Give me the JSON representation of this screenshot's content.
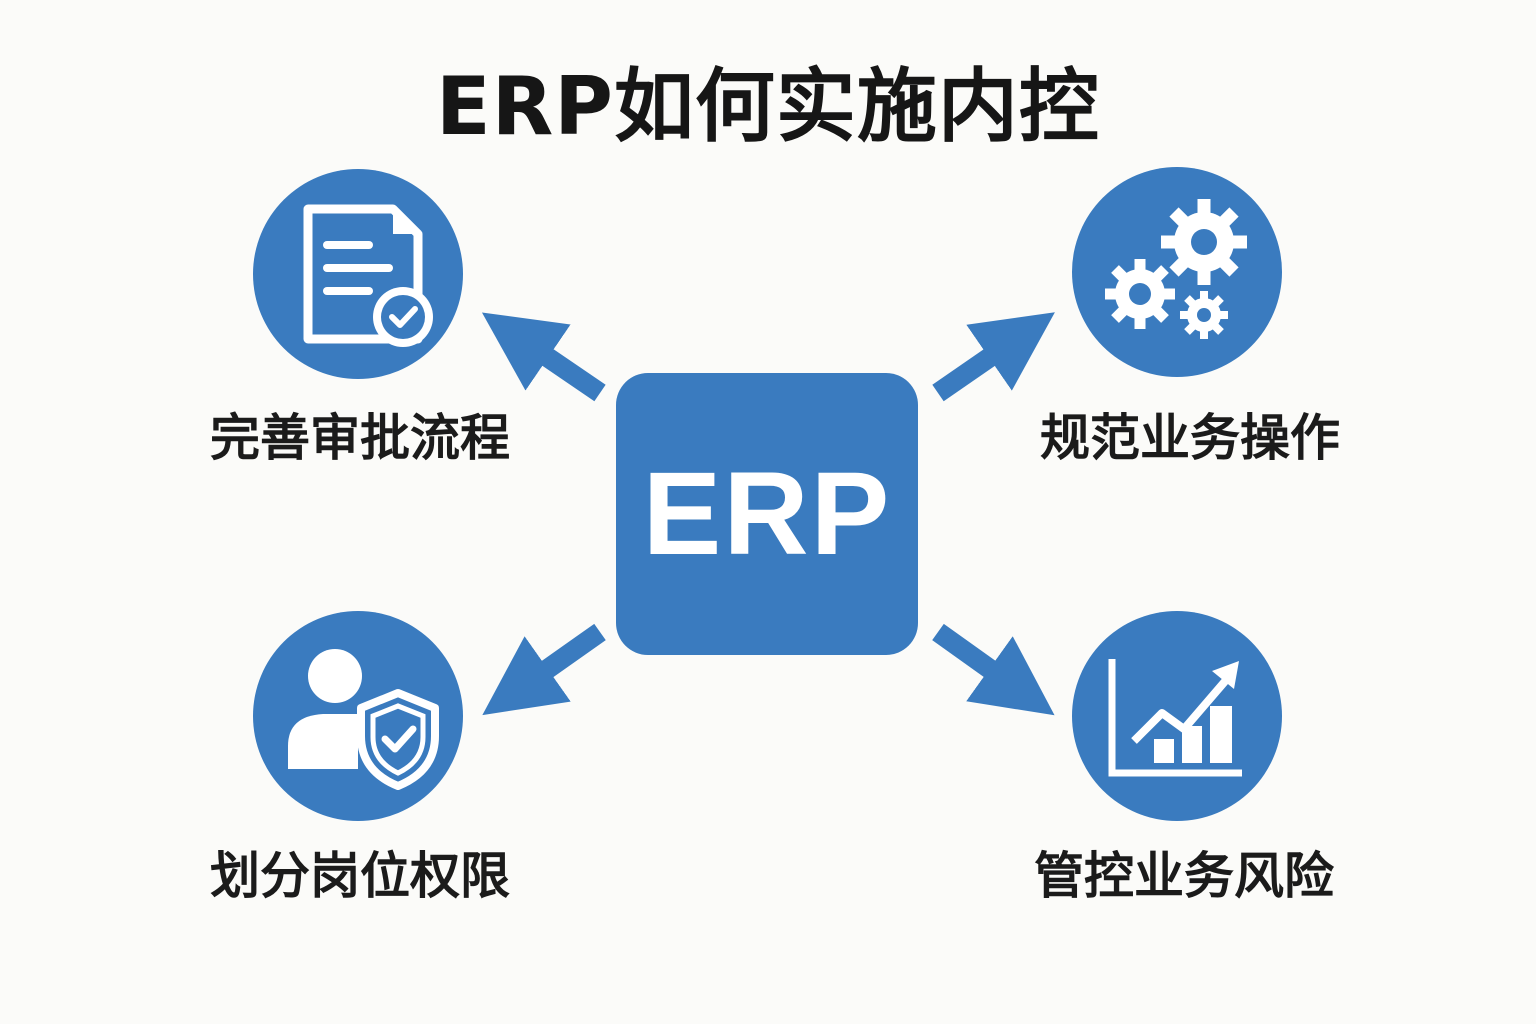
{
  "title": "ERP如何实施内控",
  "center_label": "ERP",
  "accent_color": "#3a7bbf",
  "nodes": [
    {
      "label": "完善审批流程",
      "icon": "document-check-icon"
    },
    {
      "label": "规范业务操作",
      "icon": "gears-icon"
    },
    {
      "label": "划分岗位权限",
      "icon": "user-shield-icon"
    },
    {
      "label": "管控业务风险",
      "icon": "chart-trend-icon"
    }
  ]
}
